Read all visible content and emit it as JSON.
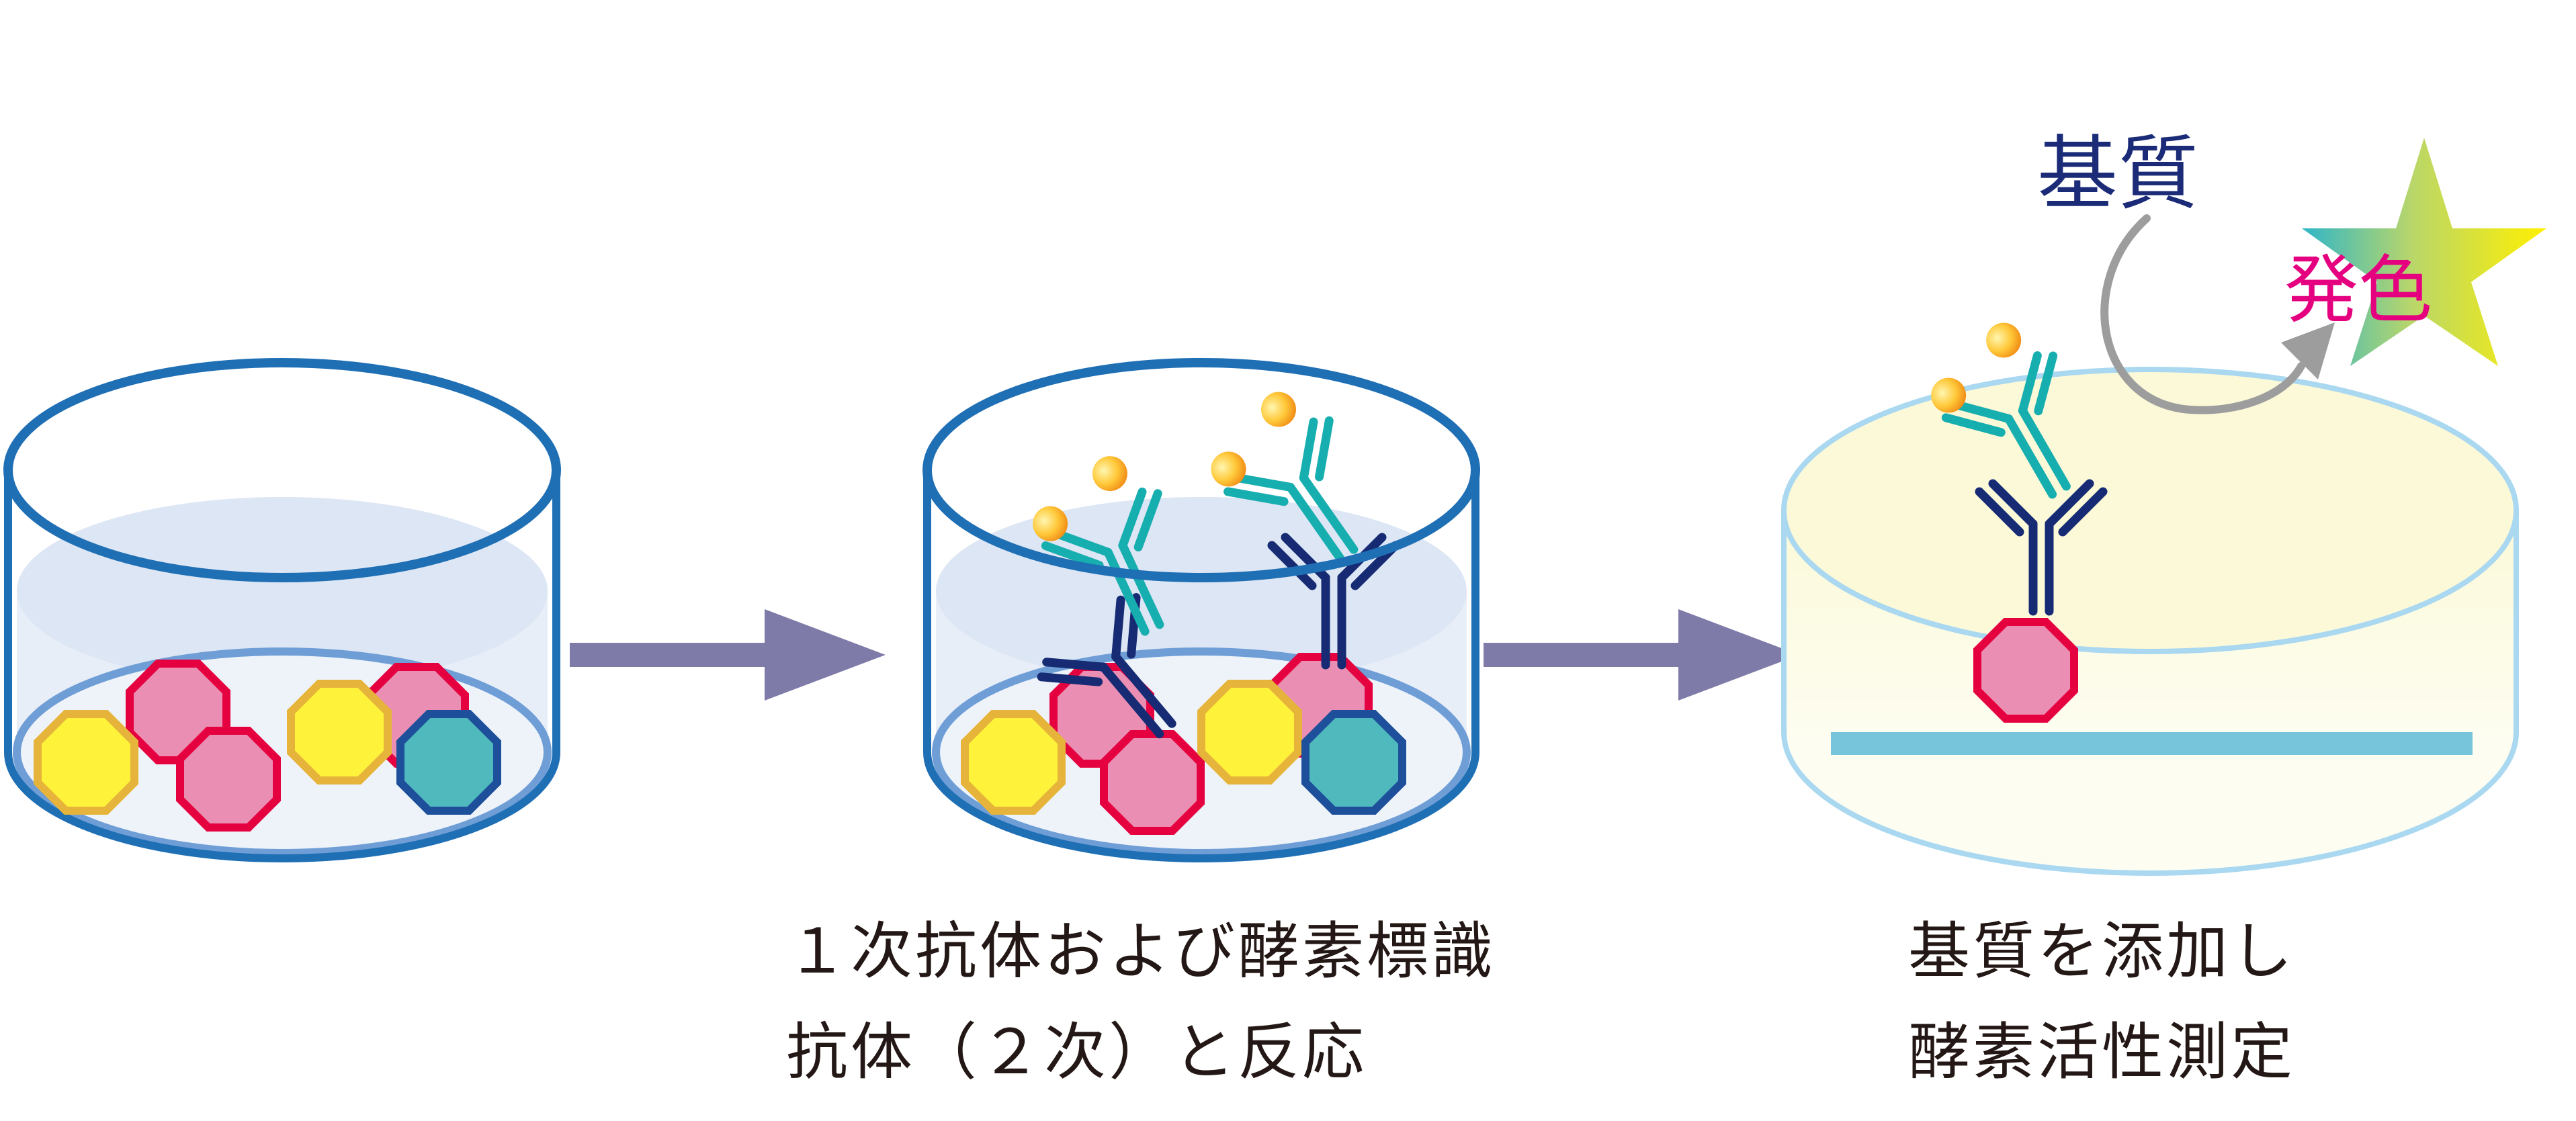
{
  "labels": {
    "substrate": "基質",
    "color_development": "発色"
  },
  "captions": {
    "step2": {
      "line1": "１次抗体および酵素標識",
      "line2": "抗体（２次）と反応"
    },
    "step3": {
      "line1": "基質を添加し",
      "line2": "酵素活性測定"
    }
  },
  "colors": {
    "dish_outline": "#1f6fb5",
    "dish_fill": "#e4ecf7",
    "arrow": "#7f7ba8",
    "antigen_pink_fill": "#ea8fb3",
    "antigen_pink_stroke": "#e5003f",
    "antigen_yellow_fill": "#fff23a",
    "antigen_yellow_stroke": "#e6b43a",
    "antigen_teal_fill": "#4fb9bd",
    "antigen_teal_stroke": "#1d4f9a",
    "primary_antibody": "#162b73",
    "secondary_antibody": "#17aeb0",
    "enzyme_label": "#f5a623",
    "plate_fill": "#fdfbe3",
    "plate_outline": "#a9d8f0",
    "plate_bar": "#76c5da",
    "substrate_text": "#1b2b78",
    "color_text": "#e4007f",
    "curve_arrow": "#9d9d9d"
  }
}
